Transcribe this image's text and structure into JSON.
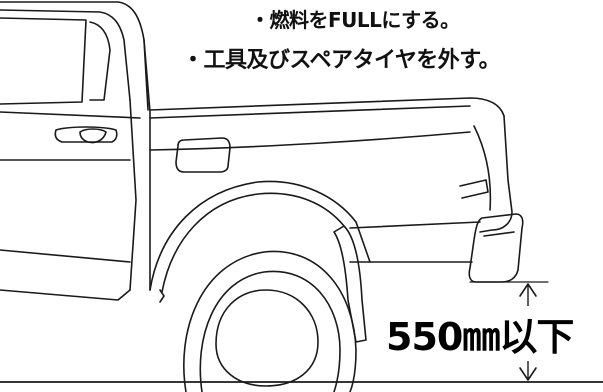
{
  "notes": {
    "line1": "・燃料をFULLにする。",
    "line2": "・工具及びスペアタイヤを外す。"
  },
  "measurement": {
    "label": "550㎜以下"
  },
  "colors": {
    "line": "#1a1a1a",
    "background": "#ffffff",
    "text": "#000000"
  }
}
